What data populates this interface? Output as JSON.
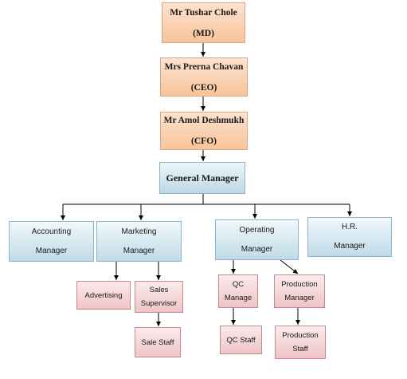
{
  "chart": {
    "md": {
      "name": "Mr Tushar Chole",
      "role": "(MD)"
    },
    "ceo": {
      "name": "Mrs Prerna Chavan",
      "role": "(CEO)"
    },
    "cfo": {
      "name": "Mr Amol Deshmukh",
      "role": "(CFO)"
    },
    "general_manager": "General Manager",
    "accounting_manager": {
      "line1": "Accounting",
      "line2": "Manager"
    },
    "marketing_manager": {
      "line1": "Marketing",
      "line2": "Manager"
    },
    "operating_manager": {
      "line1": "Operating",
      "line2": "Manager"
    },
    "hr_manager": {
      "line1": "H.R.",
      "line2": "Manager"
    },
    "advertising": "Advertising",
    "sales_supervisor": {
      "line1": "Sales",
      "line2": "Supervisor"
    },
    "sale_staff": "Sale Staff",
    "qc_manage": {
      "line1": "QC",
      "line2": "Manage"
    },
    "production_manager": {
      "line1": "Production",
      "line2": "Manager"
    },
    "qc_staff": "QC Staff",
    "production_staff": {
      "line1": "Production",
      "line2": "Staff"
    }
  },
  "colors": {
    "executive_fill": "#f8c39a",
    "manager_fill": "#bfdbe8",
    "staff_fill": "#efc4c7",
    "connector": "#000000"
  }
}
